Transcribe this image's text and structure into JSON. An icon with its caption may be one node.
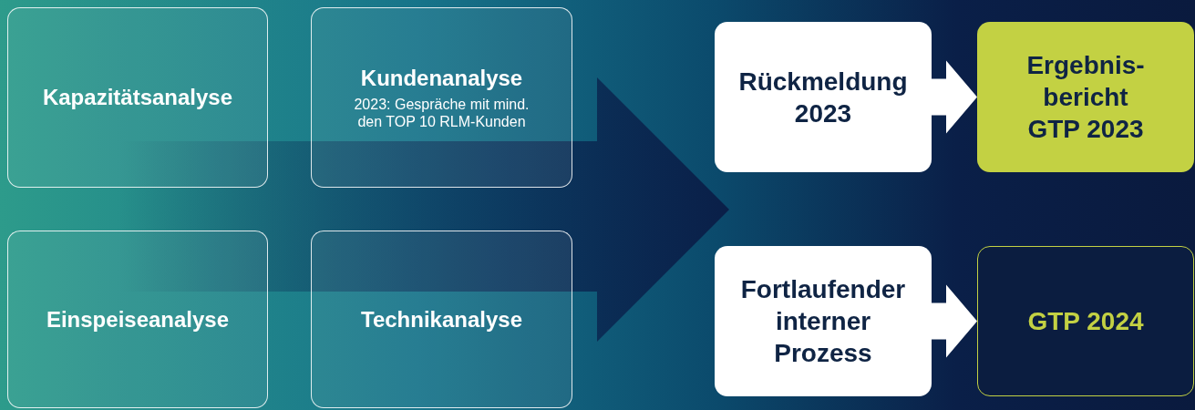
{
  "diagram": {
    "nodes": [
      {
        "text": [
          "Kapazitätsanalyse"
        ]
      },
      {
        "text": [
          "Kundenanalyse",
          "2023: Gespräche mit mind. den TOP 10 RLM-Kunden"
        ]
      },
      {
        "text": [
          "Einspeiseanalyse"
        ]
      },
      {
        "text": [
          "Technikanalyse"
        ]
      },
      {
        "text": [
          "Rückmeldung 2023"
        ]
      },
      {
        "text": [
          "Ergebnis- bericht GTP 2023"
        ]
      },
      {
        "text": [
          "Fortlaufender interner Prozess"
        ]
      },
      {
        "text": [
          "GTP 2024"
        ]
      }
    ],
    "edges": [
      {
        "from": 0,
        "to": null,
        "arrow": "to"
      },
      {
        "from": 1,
        "to": null,
        "arrow": "to"
      },
      {
        "from": 2,
        "to": null,
        "arrow": "to"
      },
      {
        "from": 3,
        "to": null,
        "arrow": "to"
      },
      {
        "from": 4,
        "to": 5,
        "arrow": "to"
      },
      {
        "from": 6,
        "to": 7,
        "arrow": "to"
      }
    ]
  }
}
